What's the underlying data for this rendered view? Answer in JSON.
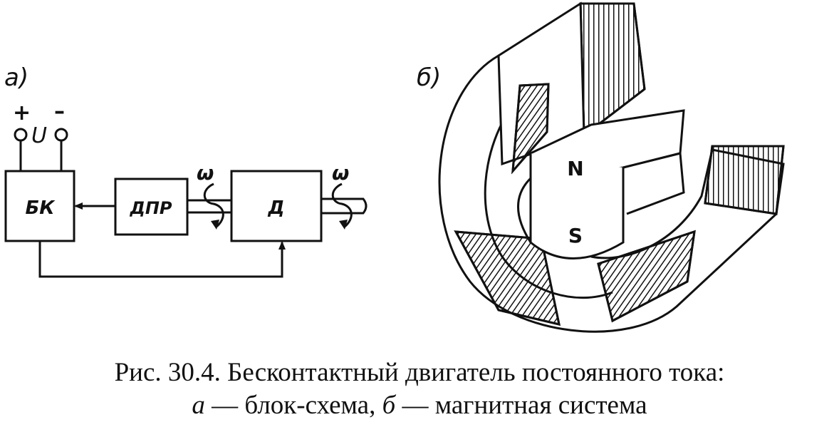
{
  "panel_a": {
    "label": "а)",
    "plus": "+",
    "minus": "–",
    "voltage": "U",
    "blocks": {
      "bk": "БК",
      "dpr": "ДПР",
      "d": "Д"
    },
    "omega": "ω"
  },
  "panel_b": {
    "label": "б)",
    "pole_n": "N",
    "pole_s": "S"
  },
  "caption": {
    "line1": "Рис. 30.4. Бесконтактный двигатель постоянного тока:",
    "a_letter": "а",
    "a_text": " — блок-схема, ",
    "b_letter": "б",
    "b_text": " — магнитная система"
  },
  "colors": {
    "ink": "#111111",
    "paper": "#ffffff"
  }
}
